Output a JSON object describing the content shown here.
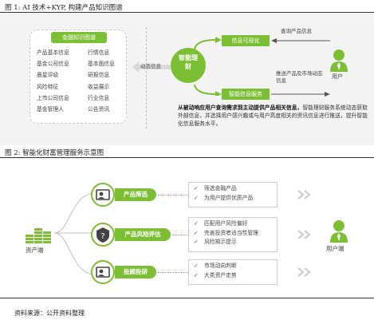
{
  "fig1": {
    "caption": "图 1: AI 技术+KYP, 构建产品知识图谱",
    "graph_title": "金融知识图谱",
    "graph_items": [
      "产品基本信息",
      "行情信息",
      "基金公司信息",
      "基本面信息",
      "晨星评级",
      "研报信息",
      "风险特征",
      "收益展示",
      "上市公司信息",
      "行业信息",
      "基金管理人",
      "公告资讯"
    ],
    "dynamic_label": "动态信息",
    "center_label": "智能理财",
    "box_retrieval": "信息可视化",
    "box_service": "智能信息服务",
    "query_label": "查询产品信息",
    "push_label": "推送产品及市场动态信息",
    "user_label": "用户",
    "desc_bold": "从被动响应用户查询需求到主动提供产品相关信息，",
    "desc_rest": "智能理财服务系统动态获取外部信息，并选择用户感兴趣或与用户高度相关的资讯信息进行推送，提升智能化信息服务水平。"
  },
  "fig2": {
    "caption": "图 2: 智能化财富管理服务示意图",
    "asset_label": "资产端",
    "user_label": "用户端",
    "rows": [
      {
        "label": "产品筛选",
        "lines": [
          "筛选金融产品",
          "为用户提供优质产品"
        ]
      },
      {
        "label": "产品风险评估",
        "lines": [
          "匹配用户风险偏好",
          "完善投资者适当性管理",
          "风险揭示提示"
        ]
      },
      {
        "label": "投顾投研",
        "lines": [
          "市场动向判断",
          "大类资产走势"
        ]
      }
    ]
  },
  "source": "资料来源：公开资料整理",
  "colors": {
    "accent": "#7cbf34",
    "rule": "#333333",
    "dashed": "#c8c8c8"
  }
}
